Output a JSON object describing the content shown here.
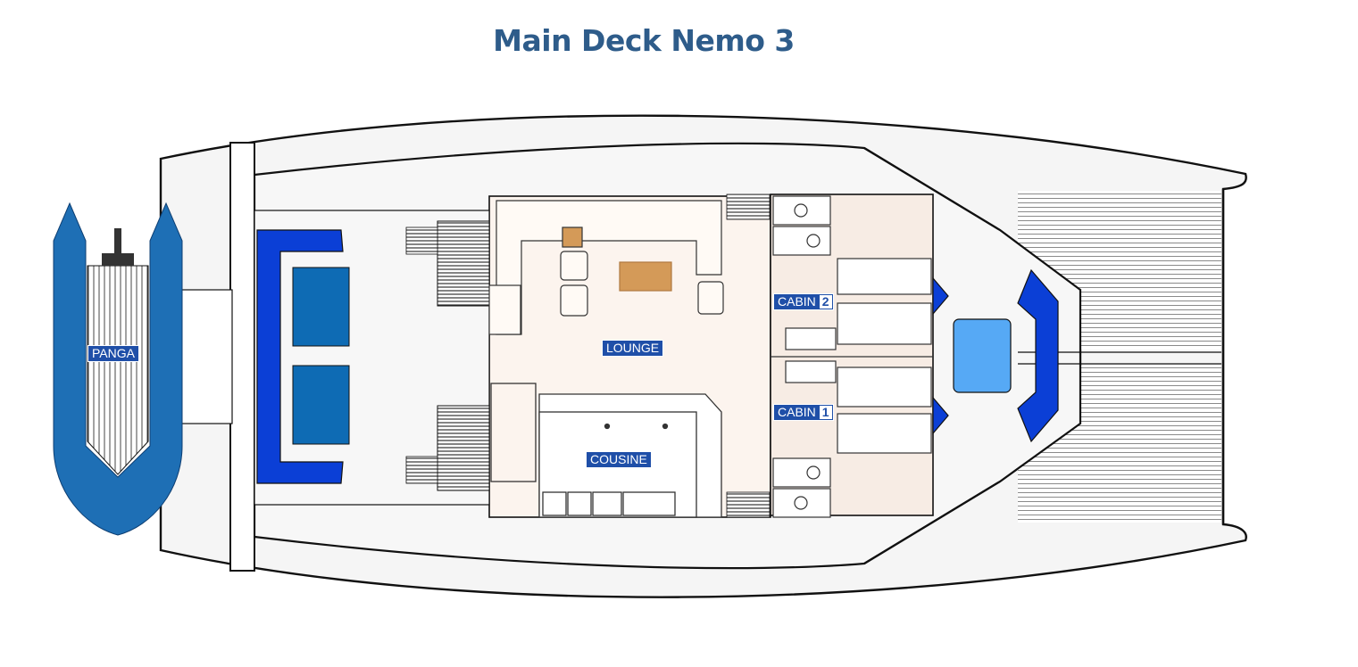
{
  "title": "Main Deck Nemo 3",
  "labels": {
    "panga": "PANGA",
    "lounge": "LOUNGE",
    "cousine": "COUSINE",
    "cabin_2": {
      "text": "CABIN",
      "number": "2"
    },
    "cabin_1": {
      "text": "CABIN",
      "number": "1"
    }
  },
  "colors": {
    "title": "#2e5c8a",
    "hull_fill": "#f5f5f5",
    "outline": "#111111",
    "label_bg": "#1f4fa8",
    "panga_blue": "#1e6fb5",
    "sofa_blue": "#0b3fd6",
    "cushion_teal": "#0e6bb4",
    "hot_tub": "#56a9f5",
    "table_orange": "#d49a58",
    "room_beige": "#fcf4ee"
  }
}
